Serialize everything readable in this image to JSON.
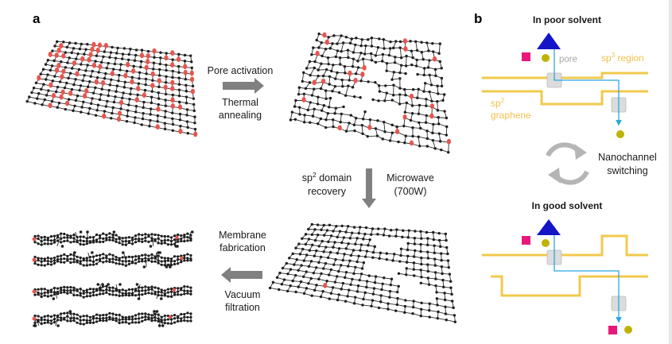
{
  "panel_a": {
    "label": "a",
    "step1": {
      "line1": "Pore activation",
      "line2": "Thermal",
      "line3": "annealing"
    },
    "step2": {
      "left_line1_pre": "sp",
      "left_line1_sup": "2",
      "left_line1_post": " domain",
      "left_line2": "recovery",
      "right_line1": "Microwave",
      "right_line2": "(700W)"
    },
    "step3": {
      "line1": "Membrane",
      "line2": "fabrication",
      "line3": "Vacuum",
      "line4": "filtration"
    }
  },
  "panel_b": {
    "label": "b",
    "top_title": "In poor solvent",
    "bottom_title": "In good solvent",
    "pore_label": "pore",
    "sp3_pre": "sp",
    "sp3_sup": "3",
    "sp3_post": " region",
    "sp2_pre": "sp",
    "sp2_sup": "2",
    "sp2_line2": "graphene",
    "switch_line1": "Nanochannel",
    "switch_line2": "switching"
  },
  "colors": {
    "atom": "#1e1e1e",
    "bond": "#2a2a2a",
    "functional_group": "#e8554f",
    "arrow": "#808080",
    "sp2_channel": "#f2c94c",
    "pore": "#dcdcdc",
    "flow_path": "#29a8e0",
    "triangle": "#1515c8",
    "square": "#e8187a",
    "circle": "#bdb300",
    "cycle": "#b5b5b5"
  }
}
